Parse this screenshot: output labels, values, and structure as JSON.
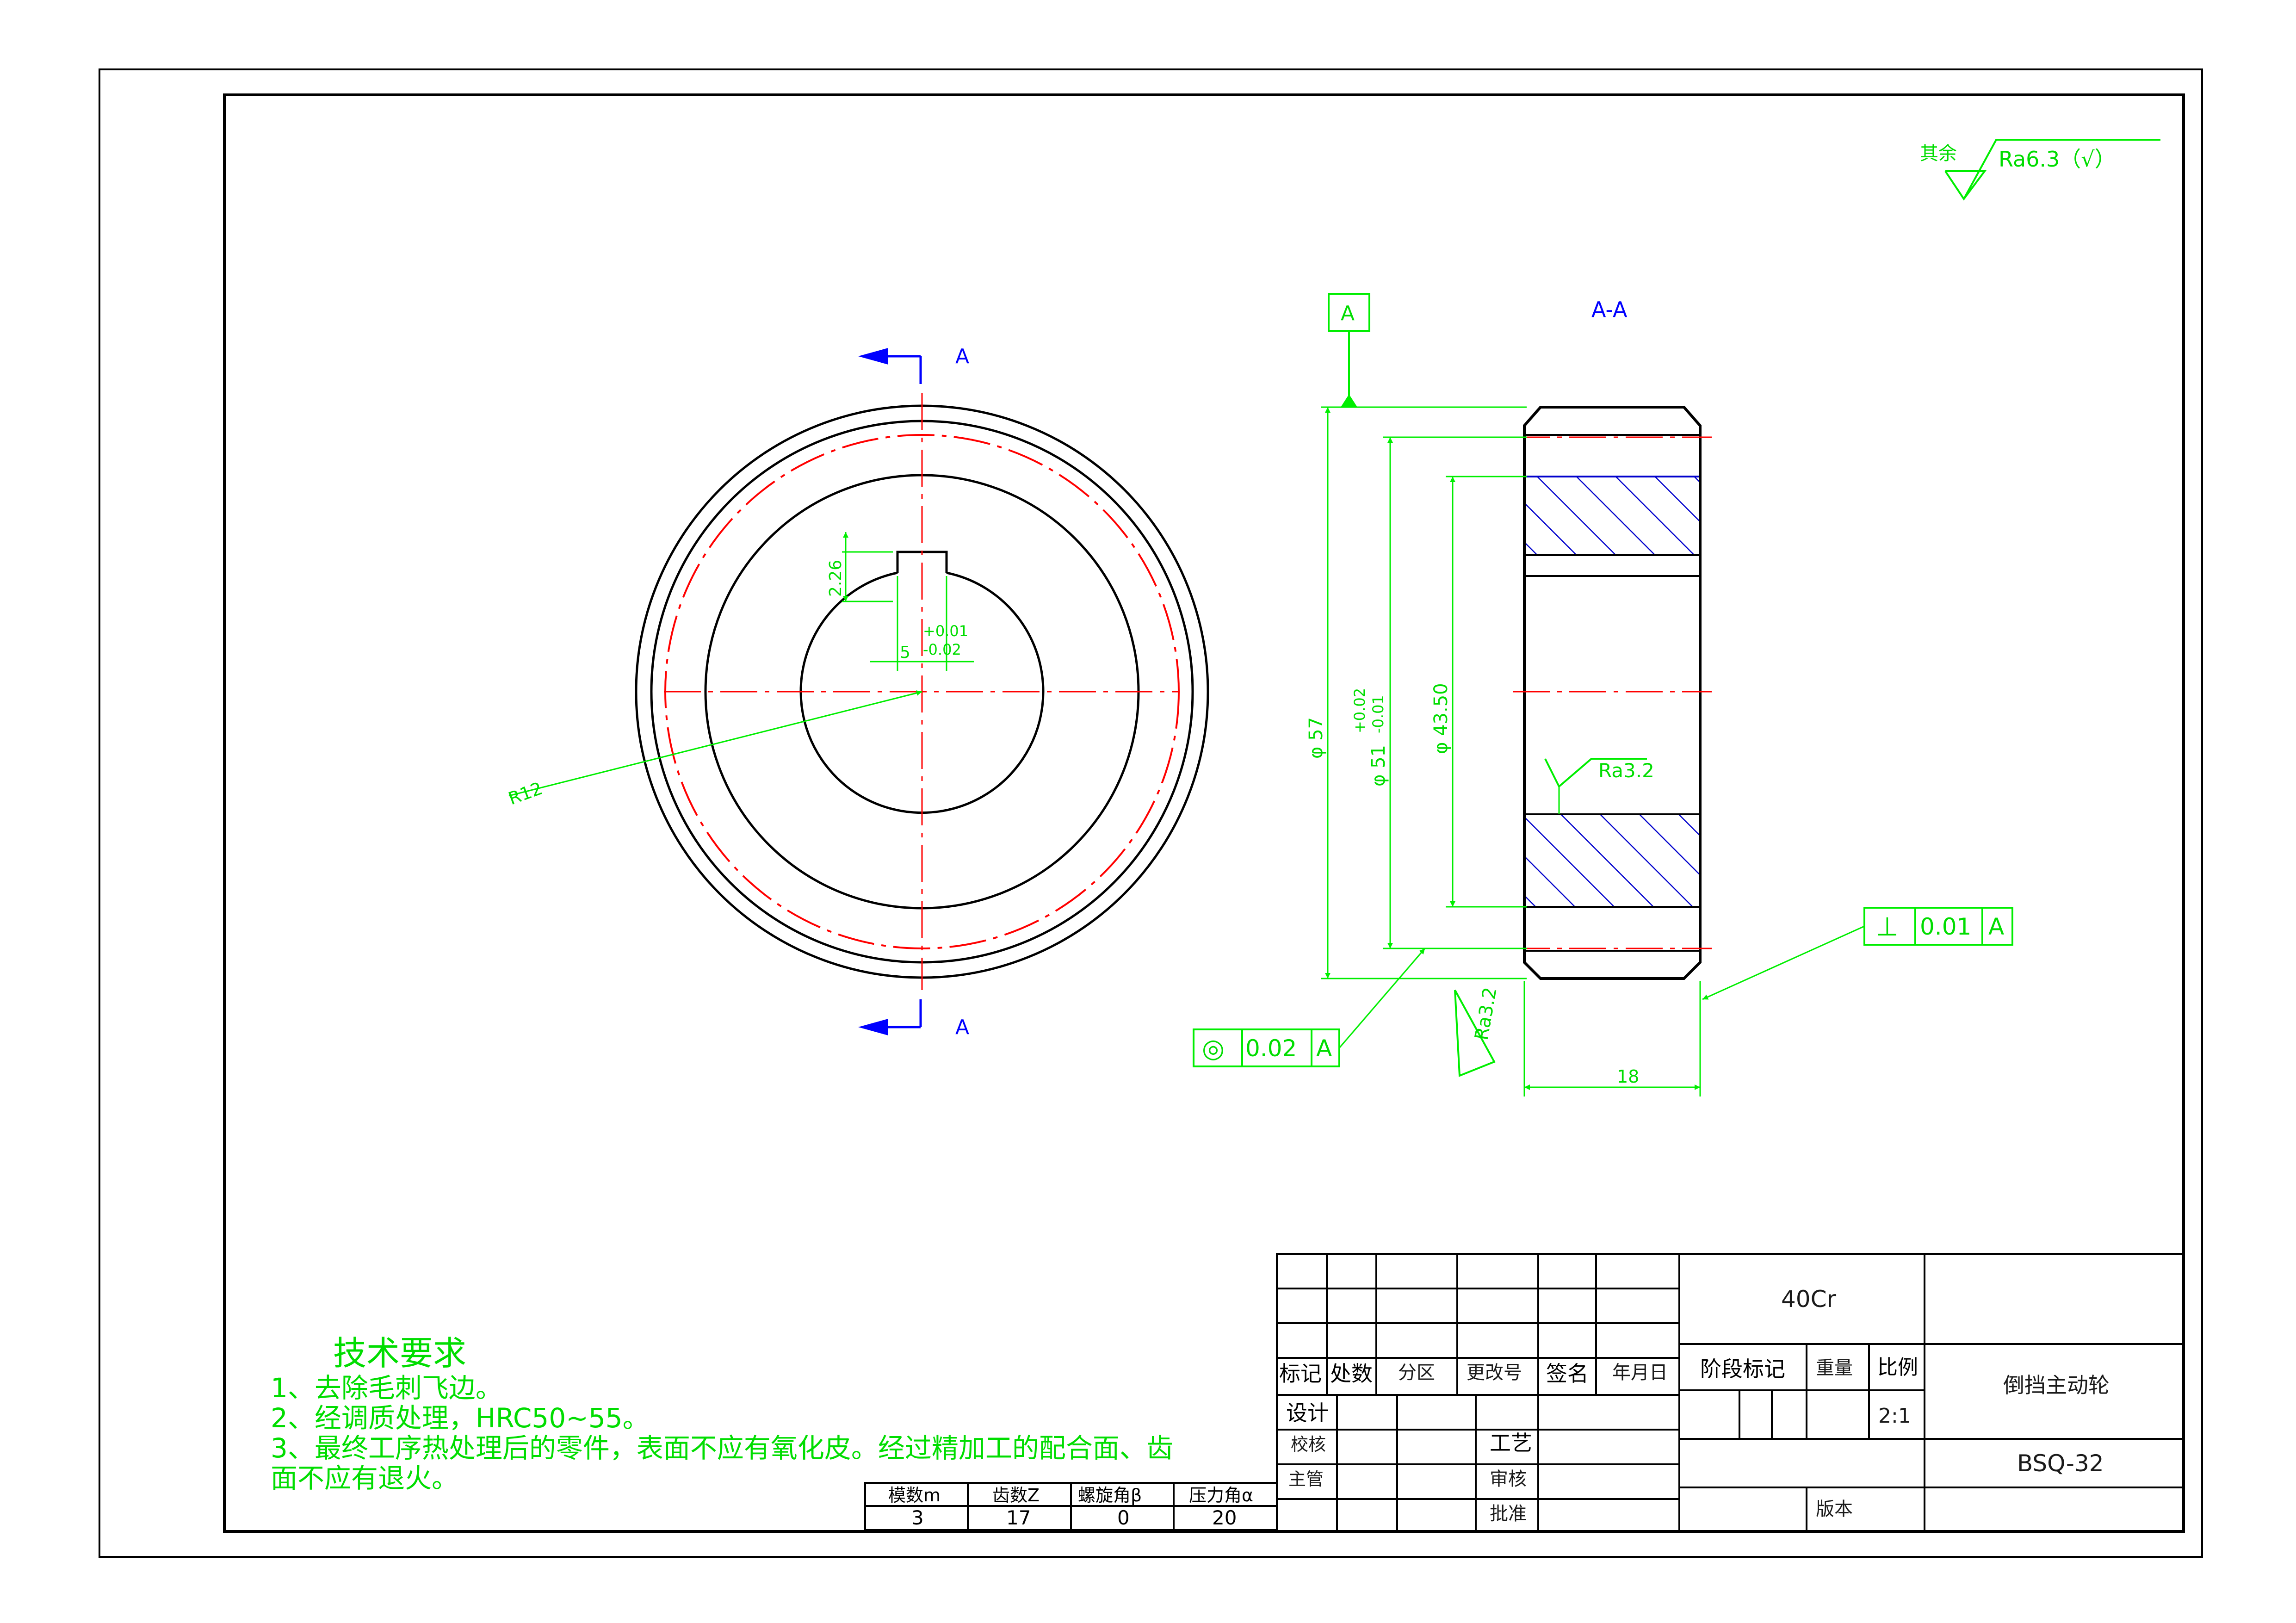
{
  "surface_finish": {
    "rest_label": "其余",
    "rest_value": "Ra6.3（√）"
  },
  "datum": {
    "label": "A"
  },
  "section": {
    "title": "A-A",
    "marker_top": "A",
    "marker_bottom": "A"
  },
  "front_view": {
    "keyway_depth": "2.26",
    "keyway_width": "5",
    "keyway_tol_upper": "+0.01",
    "keyway_tol_lower": "-0.02",
    "radius": "R12"
  },
  "section_view": {
    "dia_outer": "φ 57",
    "dia_mid": "φ 51",
    "dia_mid_tol_upper": "+0.02",
    "dia_mid_tol_lower": "-0.01",
    "dia_inner": "φ 43.50",
    "finish_bore": "Ra3.2",
    "finish_face": "Ra3.2",
    "width": "18",
    "perp_tol": {
      "symbol": "⊥",
      "value": "0.01",
      "datum": "A"
    },
    "conc_tol": {
      "symbol": "◎",
      "value": "0.02",
      "datum": "A"
    }
  },
  "tech_req": {
    "title": "技术要求",
    "lines": [
      "1、去除毛刺飞边。",
      "2、经调质处理，HRC50~55。",
      "3、最终工序热处理后的零件，表面不应有氧化皮。经过精加工的配合面、齿",
      "面不应有退火。"
    ]
  },
  "gear_params": {
    "headers": [
      "模数m",
      "齿数Z",
      "螺旋角β",
      "压力角α"
    ],
    "values": [
      "3",
      "17",
      "0",
      "20"
    ]
  },
  "title_block": {
    "material": "40Cr",
    "part_name": "倒挡主动轮",
    "drawing_no": "BSQ-32",
    "scale": "2:1",
    "revision_headers": [
      "标记",
      "处数",
      "分区",
      "更改号",
      "签名",
      "年月日"
    ],
    "stage_label": "阶段标记",
    "weight_label": "重量",
    "scale_label": "比例",
    "design_label": "设计",
    "check_label": "校核",
    "process_label": "工艺",
    "chief_label": "主管",
    "review_label": "审核",
    "approve_label": "批准",
    "version_label": "版本"
  }
}
